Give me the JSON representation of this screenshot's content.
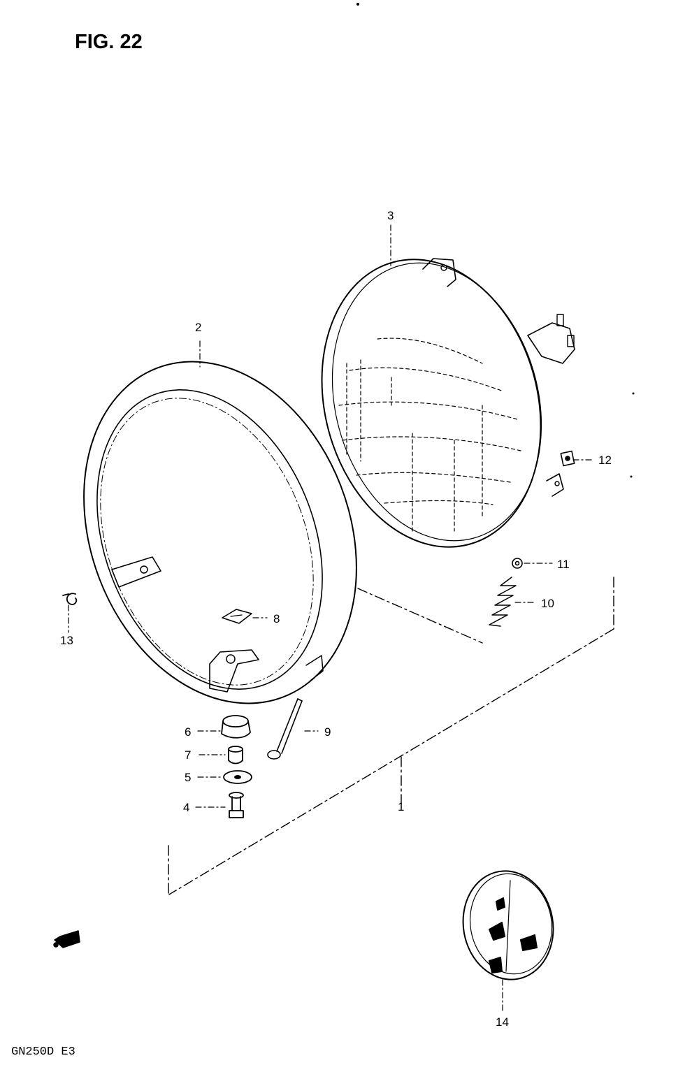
{
  "figure": {
    "title": "FIG. 22",
    "model_code": "GN250D  E3"
  },
  "callouts": [
    {
      "id": "1",
      "text": "1"
    },
    {
      "id": "2",
      "text": "2"
    },
    {
      "id": "3",
      "text": "3"
    },
    {
      "id": "4",
      "text": "4"
    },
    {
      "id": "5",
      "text": "5"
    },
    {
      "id": "6",
      "text": "6"
    },
    {
      "id": "7",
      "text": "7"
    },
    {
      "id": "8",
      "text": "8"
    },
    {
      "id": "9",
      "text": "9"
    },
    {
      "id": "10",
      "text": "10"
    },
    {
      "id": "11",
      "text": "11"
    },
    {
      "id": "12",
      "text": "12"
    },
    {
      "id": "13",
      "text": "13"
    },
    {
      "id": "14",
      "text": "14"
    }
  ]
}
